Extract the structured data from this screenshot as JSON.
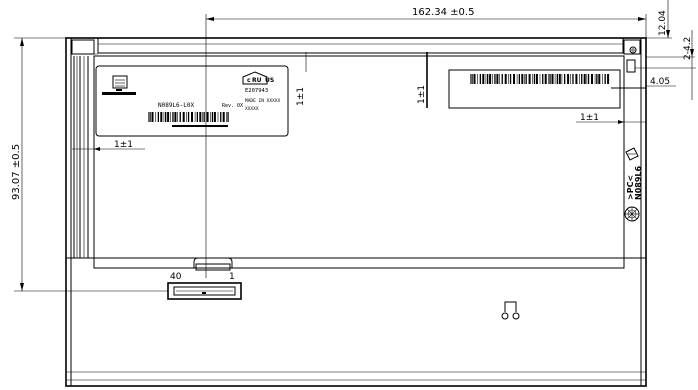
{
  "dimensions": {
    "overall_width": "162.34 ±0.5",
    "overall_height": "93.07 ±0.5",
    "right_edge_offset": "12.04",
    "right_small": "2-4.2",
    "right_tab": "4.05",
    "tolerance_1": "1±1",
    "tolerance_2": "1±1",
    "tolerance_3": "1±1",
    "tolerance_4": "1±1"
  },
  "connector": {
    "pin_first": "40",
    "pin_last": "1"
  },
  "label": {
    "model": "N089L6-L0X",
    "rev": "Rev. 0X",
    "cert_mark": "US",
    "cert_number": "E207943",
    "made_in": "MADE IN XXXXX",
    "lot": "XXXXX"
  },
  "side_marking": {
    "material": ">PC<",
    "model": "N089L6"
  }
}
